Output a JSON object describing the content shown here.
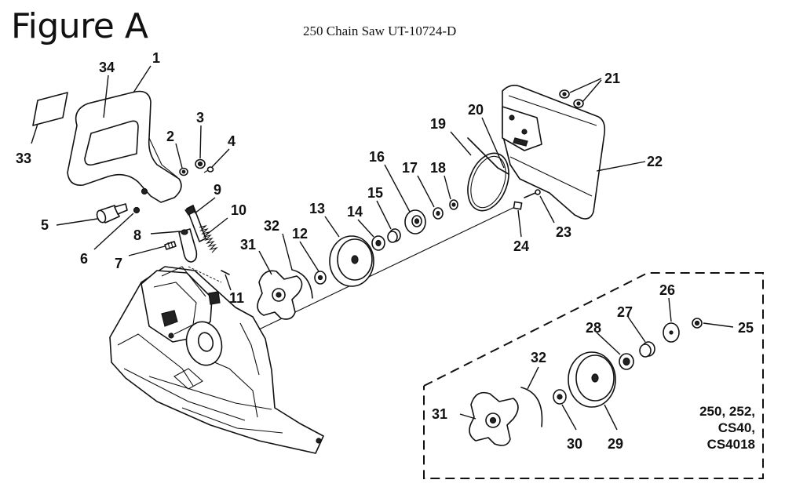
{
  "figure": {
    "title": "Figure A",
    "subtitle": "250 Chain Saw UT-10724-D"
  },
  "callouts": {
    "c1": "1",
    "c2": "2",
    "c3": "3",
    "c4": "4",
    "c5": "5",
    "c6": "6",
    "c7": "7",
    "c8": "8",
    "c9": "9",
    "c10": "10",
    "c11": "11",
    "c12": "12",
    "c13": "13",
    "c14": "14",
    "c15": "15",
    "c16": "16",
    "c17": "17",
    "c18": "18",
    "c19": "19",
    "c20": "20",
    "c21": "21",
    "c22": "22",
    "c23": "23",
    "c24": "24",
    "c25": "25",
    "c26": "26",
    "c27": "27",
    "c28": "28",
    "c29": "29",
    "c30": "30",
    "c31": "31",
    "c32": "32",
    "c33": "33",
    "c34": "34",
    "c31b": "31",
    "c32b": "32"
  },
  "inset": {
    "models_line1": "250, 252,",
    "models_line2": "CS40,",
    "models_line3": "CS4018"
  }
}
